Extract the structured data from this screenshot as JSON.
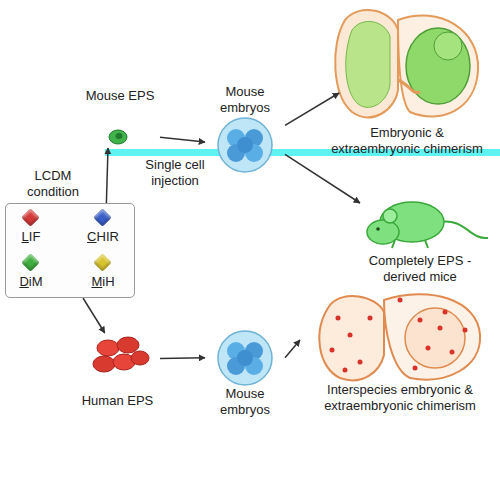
{
  "diagram": {
    "nodes": [
      {
        "text": [
          "Mouse EPS"
        ]
      },
      {
        "text": [
          "Mouse embryos"
        ]
      },
      {
        "text": [
          "Embryonic & extraembryonic chimerism"
        ]
      },
      {
        "text": [
          "LCDM condition"
        ]
      },
      {
        "text": [
          "Completely EPS -derived mice"
        ]
      },
      {
        "text": [
          "Human EPS"
        ]
      },
      {
        "text": [
          "Mouse embryos"
        ]
      },
      {
        "text": [
          "Interspecies embryonic & extraembryonic chimerism"
        ]
      }
    ],
    "edges": [
      {
        "from": 3,
        "to": 0,
        "arrow": "to"
      },
      {
        "from": 0,
        "to": 1,
        "label": "Single cell injection",
        "arrow": "to"
      },
      {
        "from": 1,
        "to": 2,
        "arrow": "to"
      },
      {
        "from": 1,
        "to": 4,
        "arrow": "to"
      },
      {
        "from": 3,
        "to": 5,
        "arrow": "to"
      },
      {
        "from": 5,
        "to": 6,
        "arrow": "to"
      },
      {
        "from": 6,
        "to": 7,
        "arrow": "to"
      }
    ],
    "legend": [
      {
        "text": "LIF",
        "color": "#d43a3a"
      },
      {
        "text": "CHIR",
        "color": "#3a5fc8"
      },
      {
        "text": "DiM",
        "color": "#3fae3f"
      },
      {
        "text": "MiH",
        "color": "#d8c430"
      }
    ]
  }
}
